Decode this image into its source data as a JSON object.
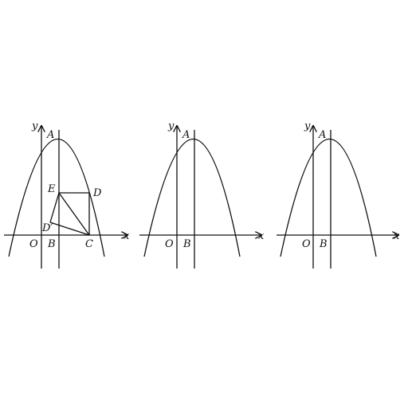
{
  "figures": [
    {
      "labels": {
        "y": "y",
        "x": "x",
        "O": "O",
        "A": "A",
        "B": "B",
        "C": "C",
        "D": "D",
        "E": "E",
        "Dp": "D′"
      }
    },
    {
      "labels": {
        "y": "y",
        "x": "x",
        "O": "O",
        "A": "A",
        "B": "B"
      }
    },
    {
      "labels": {
        "y": "y",
        "x": "x",
        "O": "O",
        "A": "A",
        "B": "B"
      }
    }
  ]
}
